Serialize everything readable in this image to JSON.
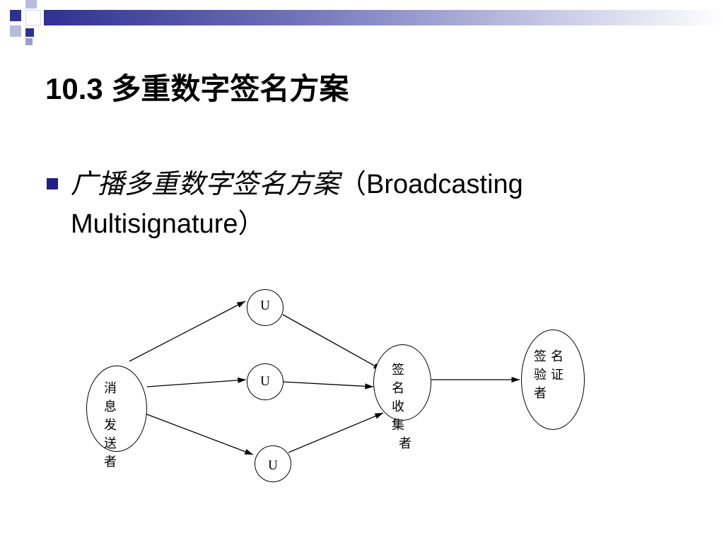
{
  "slide": {
    "title": "10.3 多重数字签名方案",
    "bullet": {
      "italic_text": "广播多重数字签名方案",
      "text": "（Broadcasting Multisignature）"
    }
  },
  "diagram": {
    "nodes": {
      "sender": [
        "消",
        "息",
        "发",
        "送",
        "者"
      ],
      "u_top": "U",
      "u_mid": "U",
      "u_bottom": "U",
      "collector": [
        "签",
        "名",
        "收",
        "集",
        "者"
      ],
      "verifier": [
        "签",
        "名",
        "验",
        "证",
        "者"
      ]
    }
  },
  "colors": {
    "accent": "#1f1f8a",
    "header_gradient_start": "#2e3192"
  }
}
